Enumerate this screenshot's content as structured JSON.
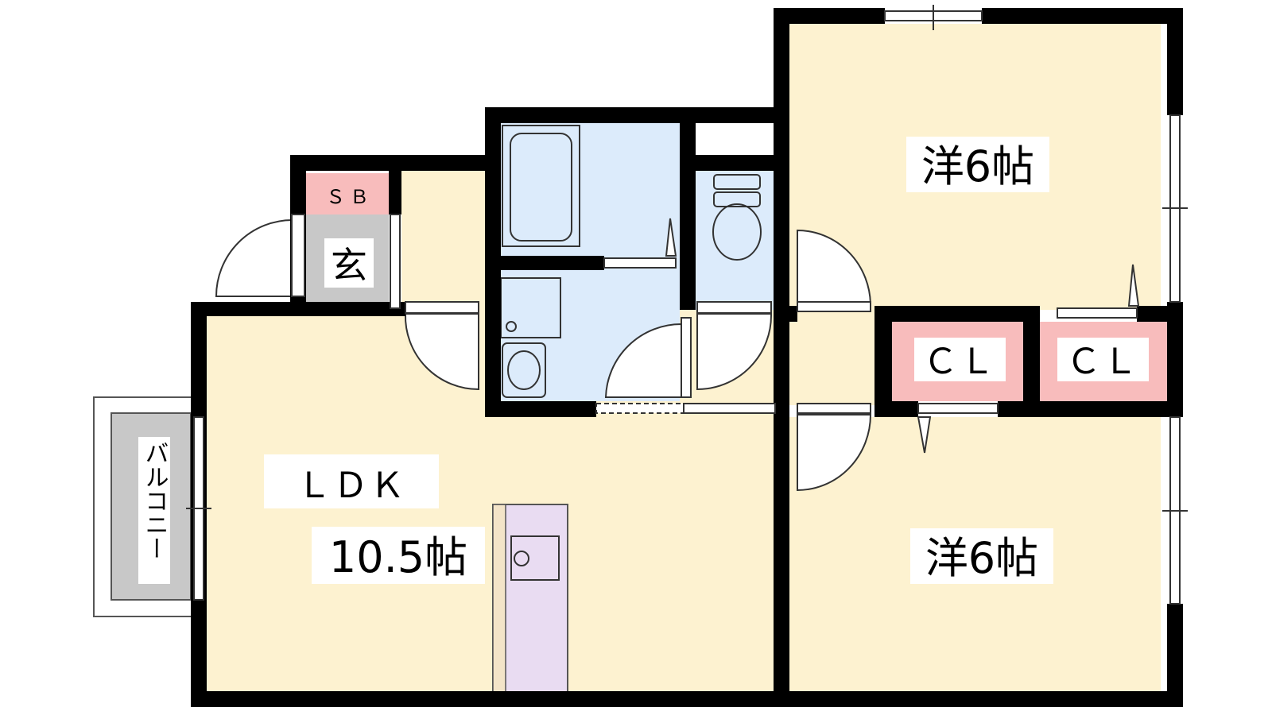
{
  "floor_plan": {
    "rooms": {
      "western_room_1": {
        "label": "洋6帖"
      },
      "western_room_2": {
        "label": "洋6帖"
      },
      "ldk": {
        "label_line1": "ＬＤＫ",
        "label_line2": "10.5帖"
      },
      "closet_1": {
        "label": "ＣＬ"
      },
      "closet_2": {
        "label": "ＣＬ"
      },
      "shoe_box": {
        "label": "ＳＢ"
      },
      "entrance": {
        "label": "玄"
      },
      "balcony": {
        "label": "バルコニー"
      }
    },
    "colors": {
      "room_floor": "#fdf2d0",
      "wet_area": "#dcebfb",
      "closet": "#f8bcbc",
      "entrance": "#c8c8c8",
      "balcony": "#c8c8c8",
      "kitchen": "#e9dcf2",
      "wall": "#000000"
    }
  }
}
